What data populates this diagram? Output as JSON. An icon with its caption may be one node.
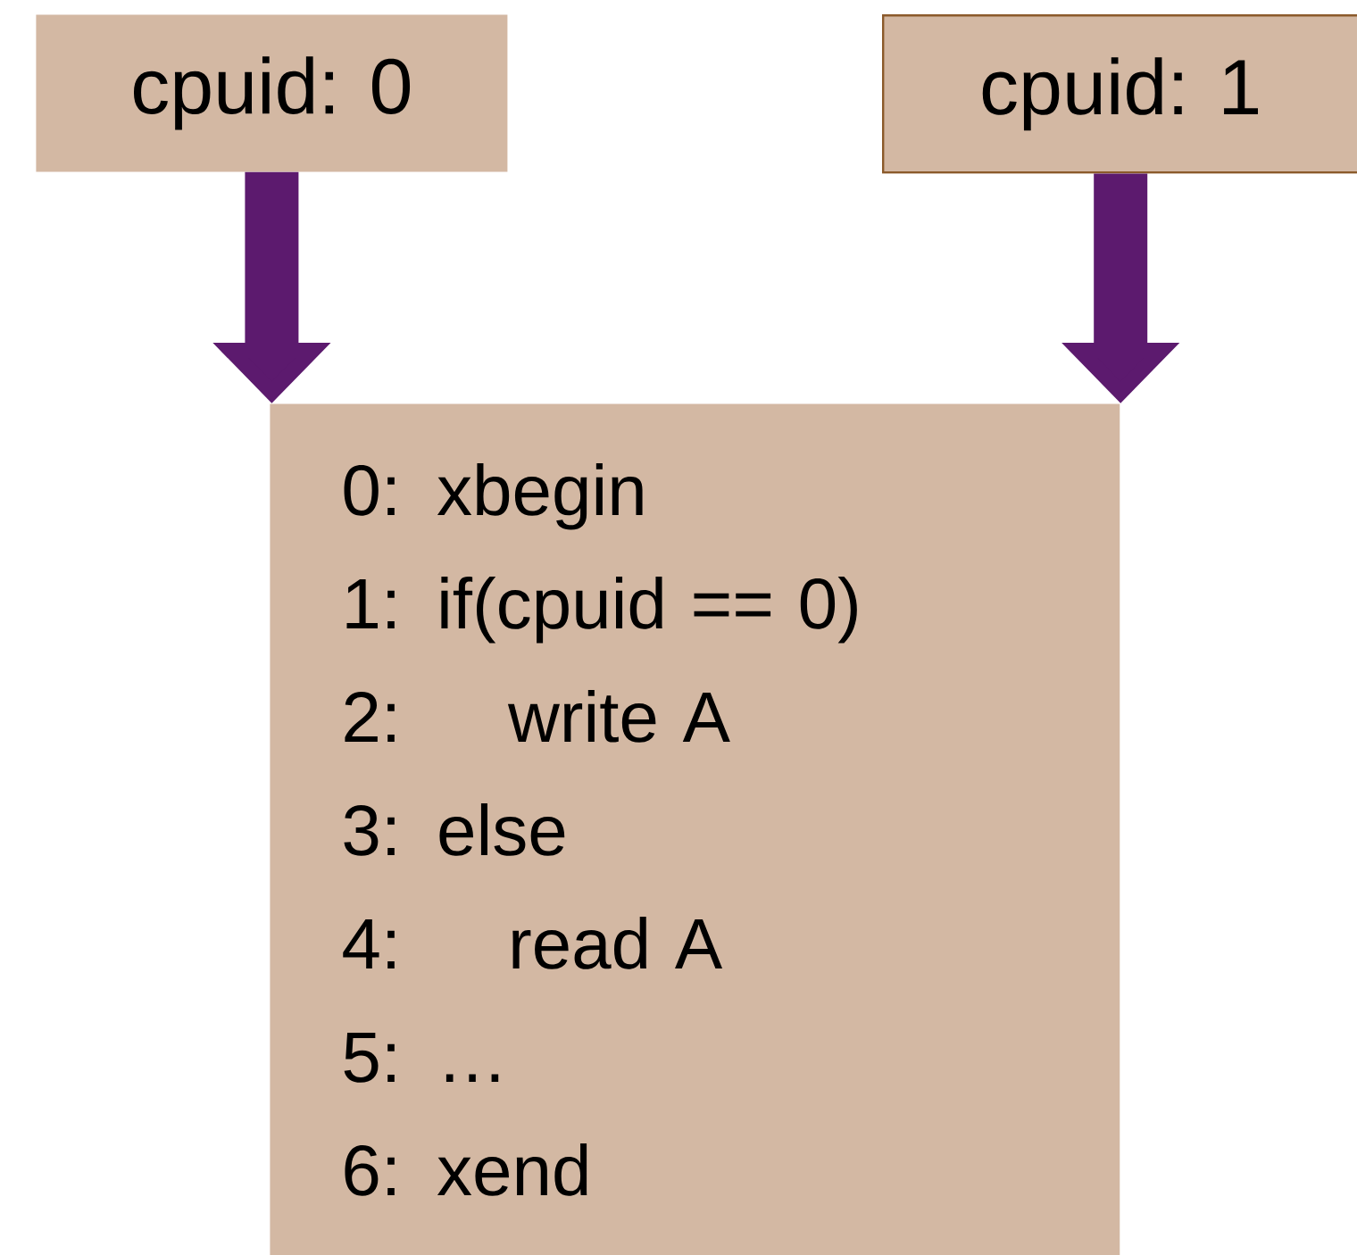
{
  "diagram": {
    "nodes": [
      {
        "text": [
          "cpuid: 0"
        ]
      },
      {
        "text": [
          "cpuid: 1"
        ]
      },
      {
        "text": [
          "0: xbegin",
          "1: if(cpuid == 0)",
          "2:   write A",
          "3: else",
          "4:   read A",
          "5: …",
          "6: xend"
        ]
      }
    ],
    "edges": [
      {
        "from": 0,
        "to": 2,
        "arrow": "to"
      },
      {
        "from": 1,
        "to": 2,
        "arrow": "to"
      }
    ]
  }
}
